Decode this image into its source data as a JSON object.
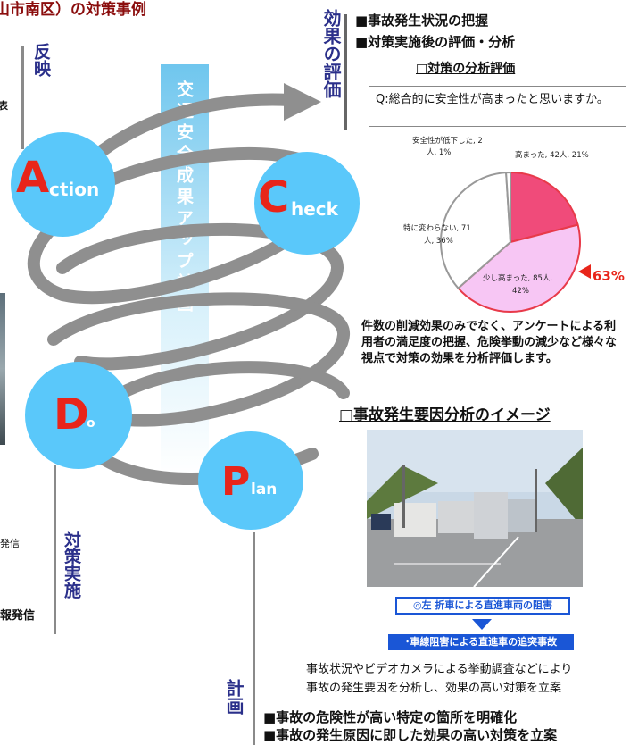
{
  "page_title": "山市南区）の対策事例",
  "stages": {
    "action": {
      "label": "反映",
      "circle_initial": "A",
      "circle_rest": "ction"
    },
    "check": {
      "label": "効果の評価",
      "circle_initial": "C",
      "circle_rest": "heck"
    },
    "do": {
      "label": "対策実施",
      "circle_initial": "D",
      "circle_rest": "o"
    },
    "plan": {
      "label": "計画",
      "circle_initial": "P",
      "circle_rest": "lan"
    }
  },
  "center_banner": "交通安全成果アップ計画",
  "left_fragments": {
    "top": "表",
    "mid": "発信",
    "bottom": "報発信"
  },
  "check_panel": {
    "bullets": [
      "■事故発生状況の把握",
      "■対策実施後の評価・分析"
    ],
    "subheading": "□対策の分析評価",
    "question": "Q:総合的に安全性が高まったと思いますか。",
    "highlight_pct": "63%",
    "description": "件数の削減効果のみでなく、アンケートによる利用者の満足度の把握、危険挙動の減少など様々な視点で対策の効果を分析評価します。"
  },
  "chart_data": {
    "type": "pie",
    "question": "Q:総合的に安全性が高まったと思いますか。",
    "slices": [
      {
        "label": "高まった",
        "count": 42,
        "percent": 21,
        "color": "#f04b7a"
      },
      {
        "label": "少し高まった",
        "count": 85,
        "percent": 42,
        "color": "#f7c6f4"
      },
      {
        "label": "特に変わらない",
        "count": 71,
        "percent": 36,
        "color": "#ffffff"
      },
      {
        "label": "安全性が低下した",
        "count": 2,
        "percent": 1,
        "color": "#ffffff"
      }
    ],
    "data_labels": {
      "s0": "高まった, 42人, 21%",
      "s1a": "少し高まった, 85人,",
      "s1b": "42%",
      "s2a": "特に変わらない, 71",
      "s2b": "人, 36%",
      "s3a": "安全性が低下した, 2",
      "s3b": "人, 1%"
    }
  },
  "factor_panel": {
    "heading": "□事故発生要因分析のイメージ",
    "photo_desc": "Intersection with trucks waiting",
    "label1": "◎左 折車による直進車両の阻害",
    "label2": "･車線阻害による直進車の追突事故",
    "text_line1": "事故状況やビデオカメラによる挙動調査などにより",
    "text_line2": "事故の発生要因を分析し、効果の高い対策を立案"
  },
  "plan_panel": {
    "bullets": [
      "■事故の危険性が高い特定の箇所を明確化",
      "■事故の発生原因に即した効果の高い対策を立案"
    ]
  }
}
